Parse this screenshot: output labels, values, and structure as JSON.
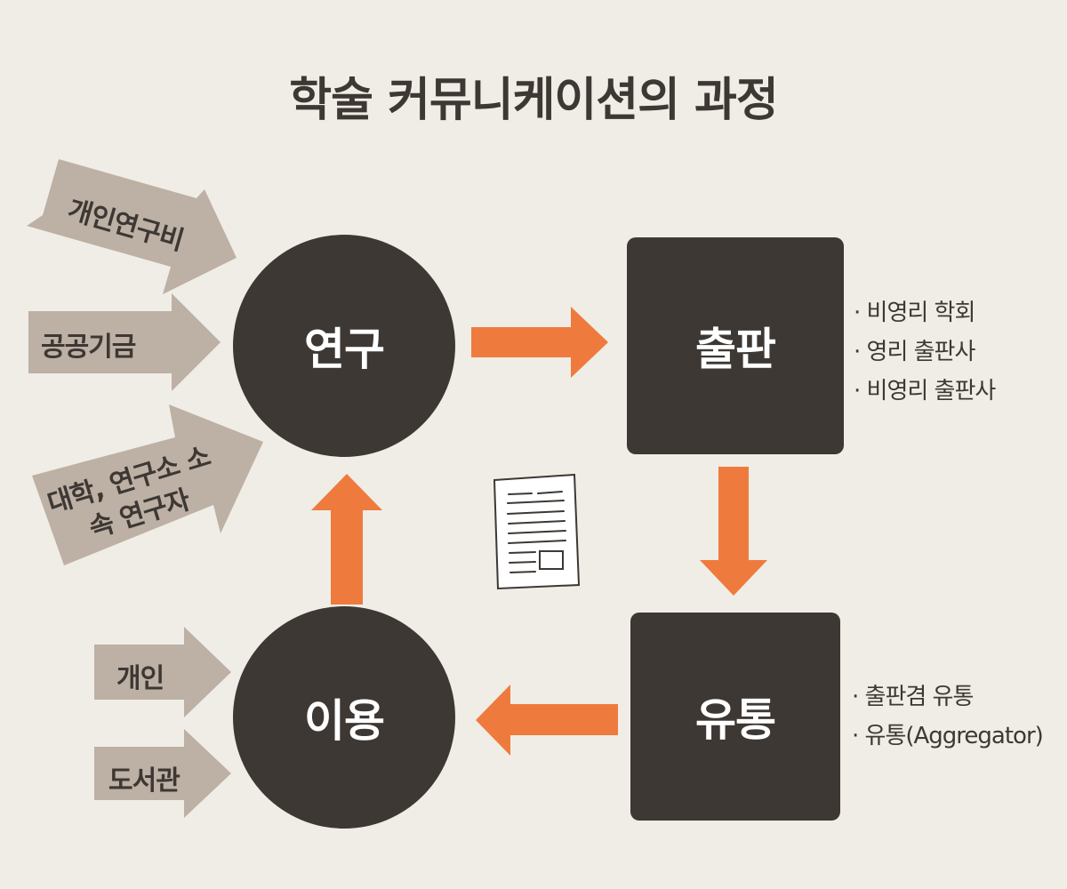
{
  "title": "학술 커뮤니케이션의 과정",
  "nodes": {
    "research": "연구",
    "publishing": "출판",
    "distribution": "유통",
    "usage": "이용"
  },
  "funding_sources": [
    "개인연구비",
    "공공기금",
    "대학, 연구소 소속 연구자"
  ],
  "users": [
    "개인",
    "도서관"
  ],
  "publishing_list": [
    "비영리 학회",
    "영리 출판사",
    "비영리 출판사"
  ],
  "distribution_list": [
    "출판겸 유통",
    "유통(Aggregator)"
  ],
  "bullet_marker": "·",
  "colors": {
    "background": "#f0ede6",
    "dark_node": "#3d3834",
    "flow_arrow": "#ee7b3d",
    "input_arrow": "#bdb0a4",
    "text_dark": "#3d3834",
    "node_text": "#ffffff"
  },
  "icons": {
    "document": "document-icon"
  }
}
